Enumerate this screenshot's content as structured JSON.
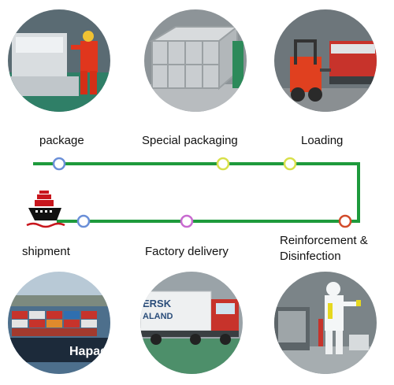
{
  "steps_top": [
    {
      "label": "package",
      "photo": "worker-wrapping-machine-photo"
    },
    {
      "label": "Special packaging",
      "photo": "steel-frame-crate-photo"
    },
    {
      "label": "Loading",
      "photo": "forklift-loading-truck-photo"
    }
  ],
  "steps_bottom": [
    {
      "label": "shipment",
      "photo": "container-ship-photo"
    },
    {
      "label": "Factory delivery",
      "photo": "container-truck-photo"
    },
    {
      "label": "Reinforcement &\nDisinfection",
      "label_line1": "Reinforcement &",
      "label_line2": "Disinfection",
      "photo": "worker-disinfecting-photo"
    }
  ],
  "ship_text": {
    "hapag": "Hapag",
    "container": "ERSK",
    "container2": "ALAND"
  },
  "colors": {
    "line": "#1e9a3c",
    "node_blue": "#6a8fd8",
    "node_yellow": "#d8e04a",
    "node_pink": "#c86ad0",
    "node_red": "#d24b2a",
    "ship_icon": "#c8161d"
  },
  "icons": {
    "ship": "cargo-ship-icon"
  }
}
